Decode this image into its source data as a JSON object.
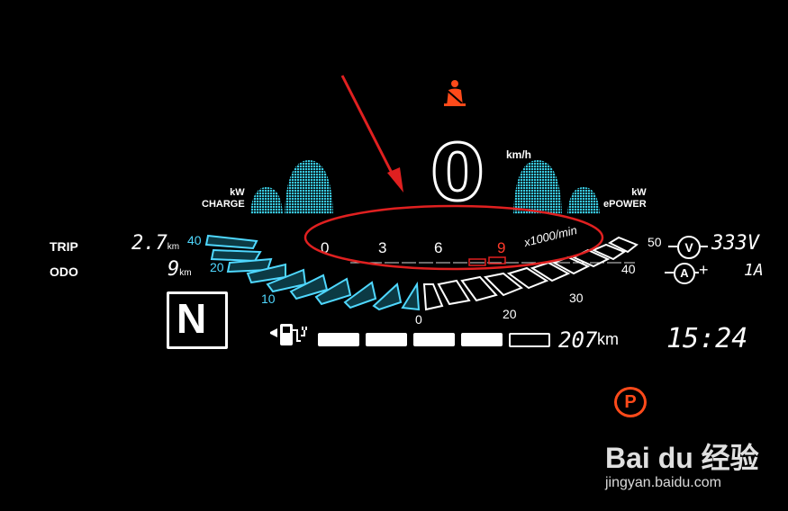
{
  "speed": {
    "value": "0",
    "unit": "km/h"
  },
  "power_meter": {
    "charge_unit": "kW",
    "charge_label": "CHARGE",
    "epower_unit": "kW",
    "epower_label": "ePOWER",
    "left_scale": [
      "40",
      "20",
      "10",
      "0"
    ],
    "right_scale": [
      "50",
      "40",
      "30",
      "20"
    ]
  },
  "tachometer": {
    "ticks": [
      "0",
      "3",
      "6",
      "9"
    ],
    "unit": "x1000/min",
    "redline_tick": "9"
  },
  "trip": {
    "label": "TRIP",
    "value": "2.7",
    "unit": "km"
  },
  "odo": {
    "label": "ODO",
    "value": "9",
    "unit": "km"
  },
  "gear": {
    "value": "N"
  },
  "battery": {
    "level_bars_filled": 4,
    "level_bars_total": 5,
    "range_value": "207",
    "range_unit": "km"
  },
  "clock": {
    "time": "15:24"
  },
  "voltage": {
    "icon_letter": "V",
    "value": "333V"
  },
  "current": {
    "icon_letter": "A",
    "sign": "+",
    "value": "1A"
  },
  "warnings": {
    "seatbelt_icon": "seatbelt-warning-icon",
    "parking_letter": "P"
  },
  "watermark": {
    "brand": "Bai du 经验",
    "url": "jingyan.baidu.com"
  },
  "colors": {
    "accent": "#4fd8ff",
    "warning": "#ff4a1a",
    "annotation": "#e02020"
  }
}
